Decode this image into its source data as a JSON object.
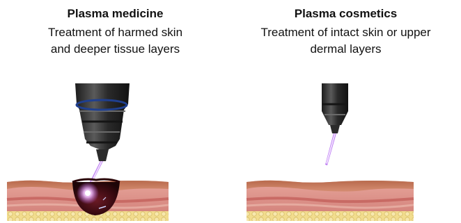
{
  "panels": [
    {
      "title": "Plasma medicine",
      "description_lines": [
        "Treatment of harmed skin",
        "and deeper tissue layers"
      ]
    },
    {
      "title": "Plasma cosmetics",
      "description_lines": [
        "Treatment of intact skin or upper",
        "dermal layers"
      ]
    }
  ],
  "colors": {
    "device_body": "#3a3a3a",
    "device_ring": "#1f3f8f",
    "plasma_jet": "#b46cf0",
    "epidermis": "#c77a58",
    "dermis": "#d9928a",
    "fat_layer": "#f0dc8a",
    "wound": "#3a0c12"
  }
}
